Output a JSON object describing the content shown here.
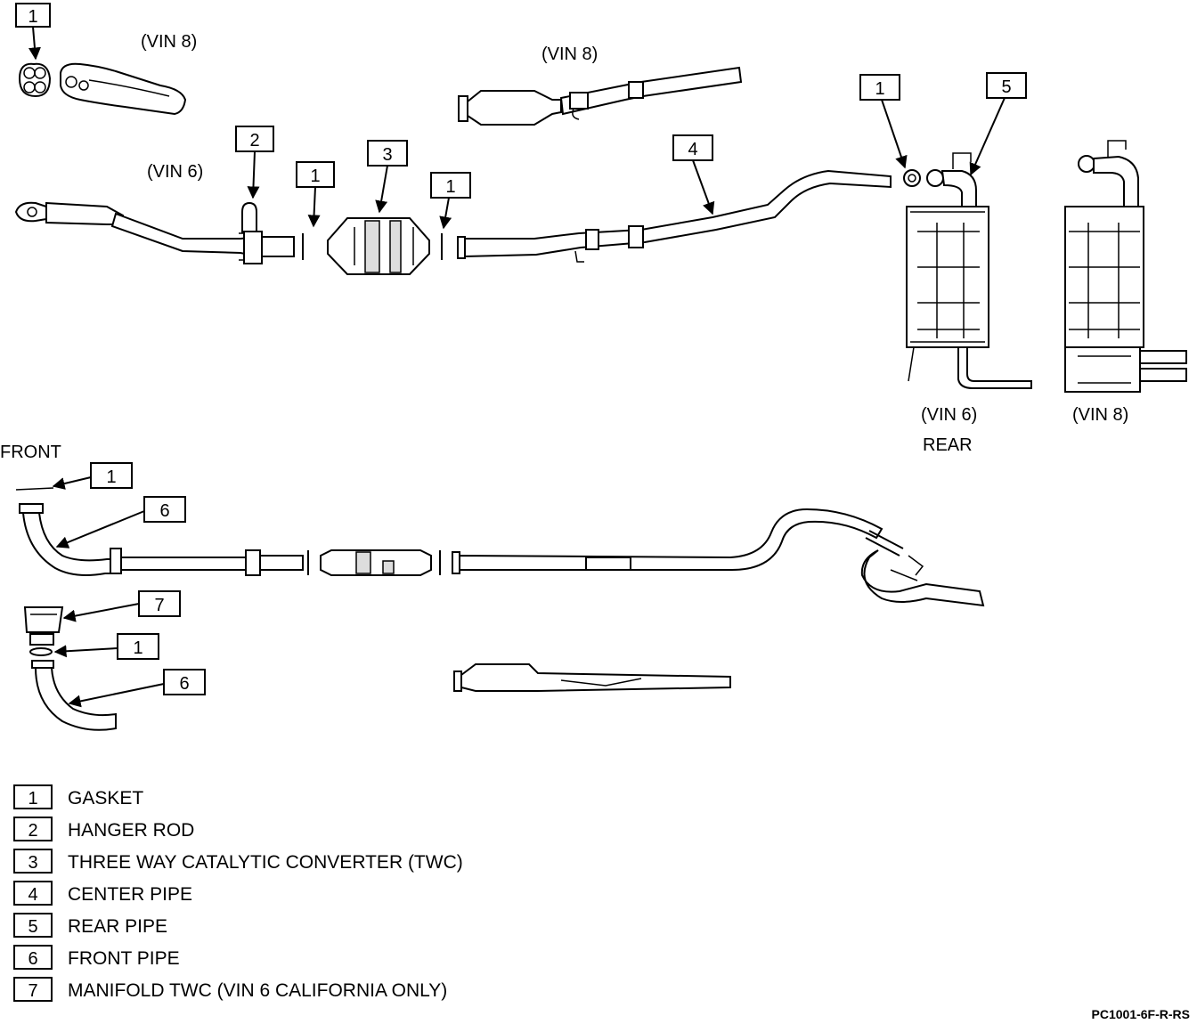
{
  "labels": {
    "vin8_top_left": "(VIN 8)",
    "vin8_top_center": "(VIN 8)",
    "vin6_left": "(VIN 6)",
    "vin6_rear": "(VIN 6)",
    "vin8_rear": "(VIN 8)",
    "rear": "REAR",
    "front": "FRONT"
  },
  "callouts": {
    "c1_topleft": "1",
    "c2": "2",
    "c1_before_cat": "1",
    "c3": "3",
    "c1_after_cat": "1",
    "c4": "4",
    "c1_rear": "1",
    "c5": "5",
    "c1_front": "1",
    "c6_upper": "6",
    "c7": "7",
    "c1_lower": "1",
    "c6_lower": "6"
  },
  "legend": [
    {
      "num": "1",
      "text": "GASKET"
    },
    {
      "num": "2",
      "text": "HANGER ROD"
    },
    {
      "num": "3",
      "text": "THREE WAY CATALYTIC CONVERTER (TWC)"
    },
    {
      "num": "4",
      "text": "CENTER PIPE"
    },
    {
      "num": "5",
      "text": "REAR PIPE"
    },
    {
      "num": "6",
      "text": "FRONT PIPE"
    },
    {
      "num": "7",
      "text": "MANIFOLD TWC (VIN 6 CALIFORNIA ONLY)"
    }
  ],
  "figure_code": "PC1001-6F-R-RS"
}
